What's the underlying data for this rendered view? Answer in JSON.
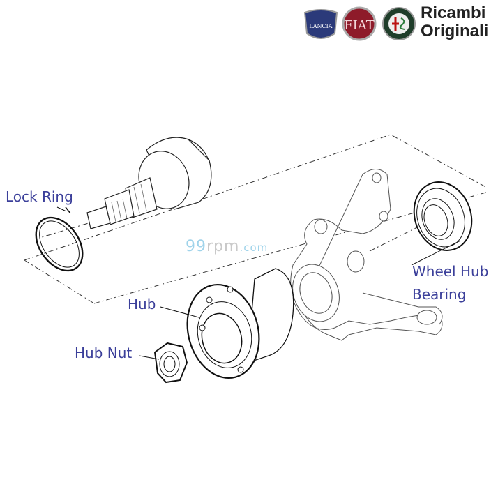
{
  "header": {
    "logos": [
      "LANCIA",
      "FIAT",
      "ALFA ROMEO"
    ],
    "brand_line1": "Ricambi",
    "brand_line2": "Originali"
  },
  "watermark": {
    "prefix": "99",
    "name": "rpm",
    "suffix": ".com"
  },
  "labels": {
    "lock_ring": "Lock Ring",
    "hub": "Hub",
    "hub_nut": "Hub Nut",
    "wheel_hub_line1": "Wheel Hub",
    "wheel_hub_line2": "Bearing"
  },
  "colors": {
    "label": "#3b3f9a",
    "lancia": "#2b3a7a",
    "fiat": "#8e1b2a",
    "alfa": "#2c5a3a"
  }
}
